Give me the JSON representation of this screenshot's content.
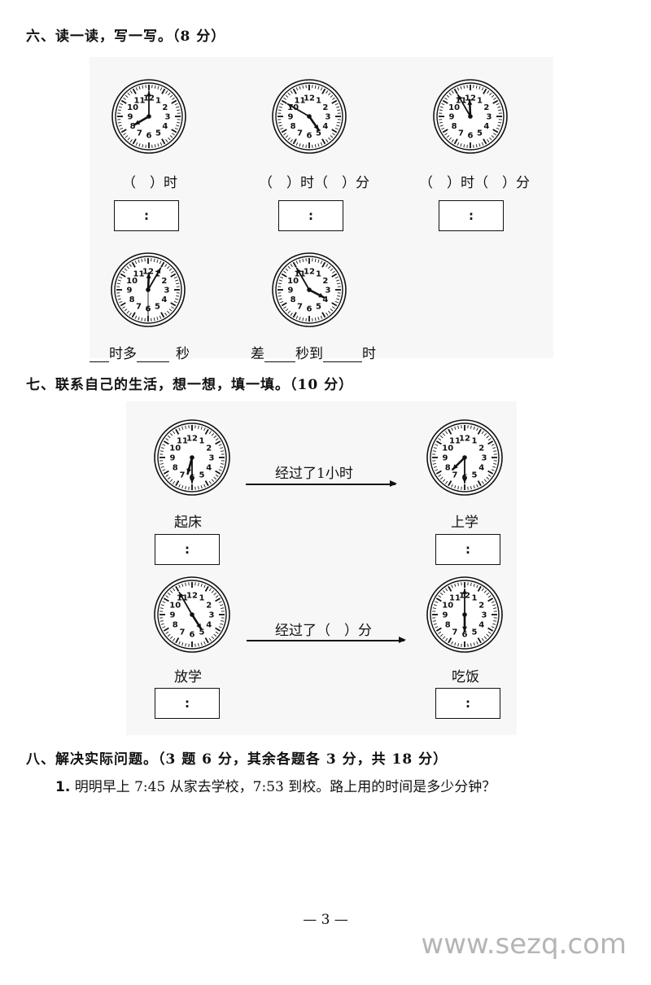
{
  "section6": {
    "title": "六、读一读，写一写。（8 分）",
    "row1": [
      {
        "hour": 8,
        "minute": 0,
        "label": "（　）时",
        "box": ":"
      },
      {
        "hour": 4,
        "minute": 50,
        "label": "（　）时（　）分",
        "box": ":"
      },
      {
        "hour": 11,
        "minute": 55,
        "label": "（　）时（　）分",
        "box": ":"
      }
    ],
    "row2": [
      {
        "hour": 12,
        "minute": 5,
        "second": 30,
        "label_a": "时多",
        "label_b": "秒"
      },
      {
        "hour": 3,
        "minute": 55,
        "label_a": "差",
        "label_b": "秒到",
        "label_c": "时"
      }
    ]
  },
  "section7": {
    "title": "七、联系自己的生活，想一想，填一填。（10 分）",
    "rows": [
      {
        "left_hour": 6,
        "left_minute": 30,
        "left_label": "起床",
        "arrow_text": "经过了1小时",
        "right_hour": 7,
        "right_minute": 30,
        "right_label": "上学"
      },
      {
        "left_hour": 4,
        "left_minute": 55,
        "left_label": "放学",
        "arrow_text": "经过了（　）分",
        "right_hour": 6,
        "right_minute": 0,
        "right_label": "吃饭"
      }
    ],
    "box": ":"
  },
  "section8": {
    "title": "八、解决实际问题。（3 题 6 分，其余各题各 3 分，共 18 分）",
    "q1_num": "1.",
    "q1_text": "明明早上 7:45 从家去学校，7:53 到校。路上用的时间是多少分钟？"
  },
  "page_number": "— 3 —",
  "watermark": "www.sezq.com"
}
